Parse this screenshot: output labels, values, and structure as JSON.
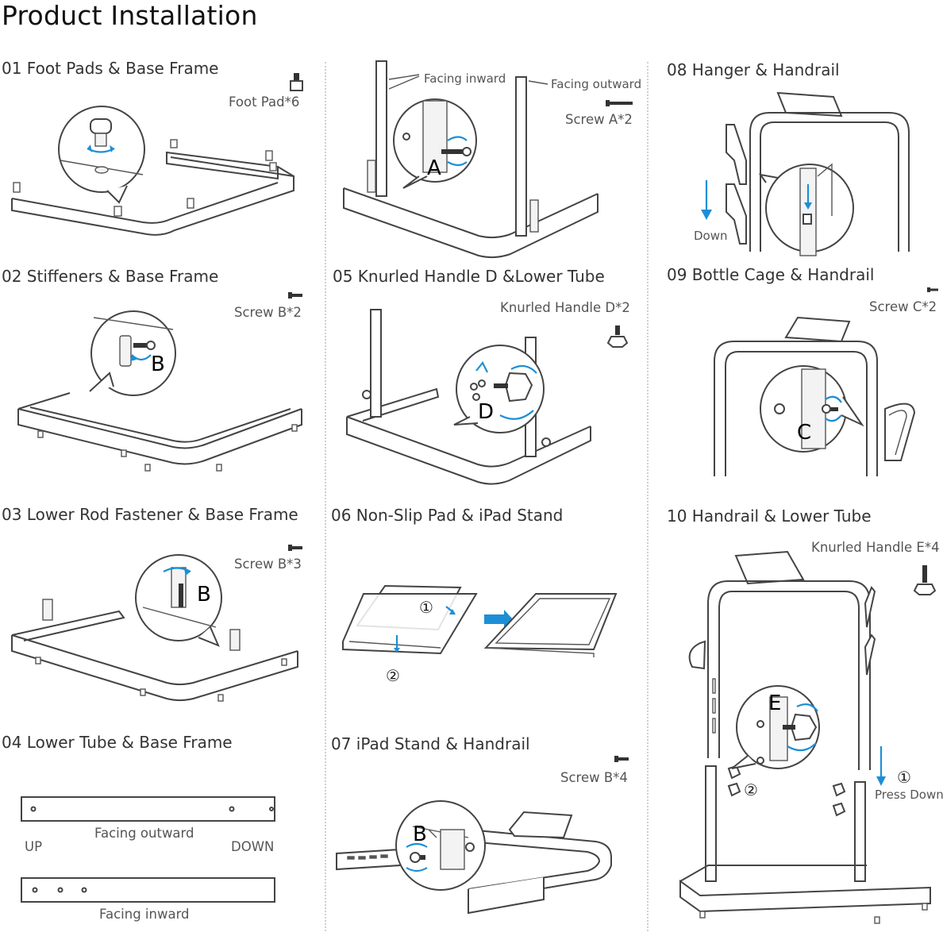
{
  "title": "Product Installation",
  "colors": {
    "accent": "#1c8fd6",
    "line": "#444444"
  },
  "steps": {
    "s01": {
      "title": "01  Foot Pads & Base Frame",
      "part": "Foot Pad*6"
    },
    "s02": {
      "title": "02  Stiffeners & Base Frame",
      "part": "Screw B*2",
      "letter": "B"
    },
    "s03": {
      "title": "03  Lower Rod Fastener & Base Frame",
      "part": "Screw B*3",
      "letter": "B"
    },
    "s04": {
      "title": "04  Lower Tube & Base Frame",
      "up": "UP",
      "down": "DOWN",
      "outward": "Facing outward",
      "inward": "Facing inward"
    },
    "s04b": {
      "inward": "Facing inward",
      "outward": "Facing outward",
      "part": "Screw A*2",
      "letter": "A"
    },
    "s05": {
      "title": "05  Knurled Handle D &Lower Tube",
      "part": "Knurled Handle D*2",
      "letter": "D"
    },
    "s06": {
      "title": "06 Non-Slip Pad & iPad Stand",
      "mark1": "①",
      "mark2": "②"
    },
    "s07": {
      "title": "07 iPad Stand & Handrail",
      "part": "Screw B*4",
      "letter": "B"
    },
    "s08": {
      "title": "08 Hanger & Handrail",
      "down": "Down"
    },
    "s09": {
      "title": "09 Bottle Cage & Handrail",
      "part": "Screw C*2",
      "letter": "C"
    },
    "s10": {
      "title": "10 Handrail & Lower Tube",
      "part": "Knurled Handle E*4",
      "letter": "E",
      "mark1": "①",
      "mark2": "②",
      "press": "Press Down"
    }
  }
}
